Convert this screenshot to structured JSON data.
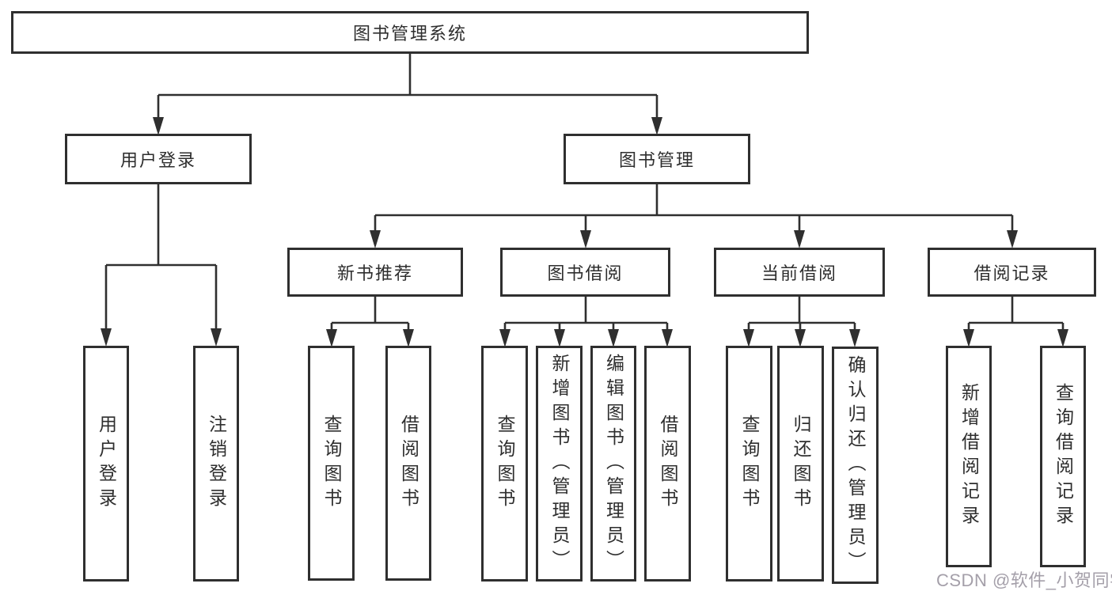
{
  "diagram": {
    "root_label": "图书管理系统",
    "level2": [
      {
        "label": "用户登录",
        "children": [
          "用户登录",
          "注销登录"
        ]
      },
      {
        "label": "图书管理",
        "groups": [
          {
            "label": "新书推荐",
            "children": [
              "查询图书",
              "借阅图书"
            ]
          },
          {
            "label": "图书借阅",
            "children": [
              "查询图书",
              "新增图书（管理员）",
              "编辑图书（管理员）",
              "借阅图书"
            ]
          },
          {
            "label": "当前借阅",
            "children": [
              "查询图书",
              "归还图书",
              "确认归还（管理员）"
            ]
          },
          {
            "label": "借阅记录",
            "children": [
              "新增借阅记录",
              "查询借阅记录"
            ]
          }
        ]
      }
    ]
  },
  "watermark": {
    "text": "CSDN @软件_小贺同学"
  },
  "colors": {
    "line": "#2f2f2f",
    "box_border": "#2f2f2f",
    "box_fill": "#ffffff",
    "text": "#2e2e2e",
    "background": "#ffffff",
    "watermark": "#a49fa9"
  }
}
